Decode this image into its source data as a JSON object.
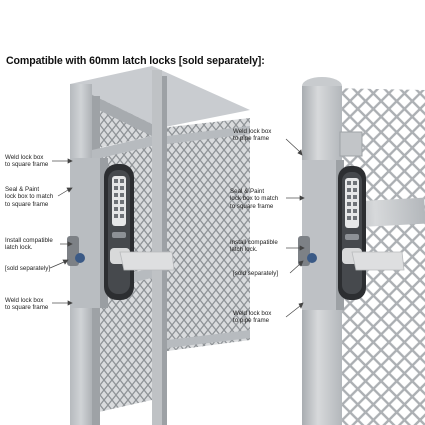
{
  "heading": "Compatible with 60mm latch locks [sold separately]:",
  "left_panel": {
    "labels": [
      {
        "lines": [
          "Weld lock box",
          "to square frame"
        ]
      },
      {
        "lines": [
          "Seal & Paint",
          "lock box to match",
          "to square frame"
        ]
      },
      {
        "lines": [
          "Install compatible",
          "latch lock."
        ]
      },
      {
        "lines": [
          "[sold separately]"
        ]
      },
      {
        "lines": [
          "Weld lock box",
          "to square frame"
        ]
      }
    ]
  },
  "right_panel": {
    "labels": [
      {
        "lines": [
          "Weld lock box",
          "to pipe frame"
        ]
      },
      {
        "lines": [
          "Seal & Paint",
          "lock box to match",
          "to square frame"
        ]
      },
      {
        "lines": [
          "Install compatible",
          "latch lock."
        ]
      },
      {
        "lines": [
          "[sold separately]"
        ]
      },
      {
        "lines": [
          "Weld lock box",
          "to pipe frame"
        ]
      }
    ]
  },
  "colors": {
    "frame": "#c4c7ca",
    "frame_dark": "#9ea2a6",
    "mesh": "#8f9397",
    "lock_box": "#b8bcc0",
    "lock_body": "#2c2e31",
    "keypad": "#e8e9ea",
    "handle": "#dcdcdc",
    "leader": "#444444"
  }
}
